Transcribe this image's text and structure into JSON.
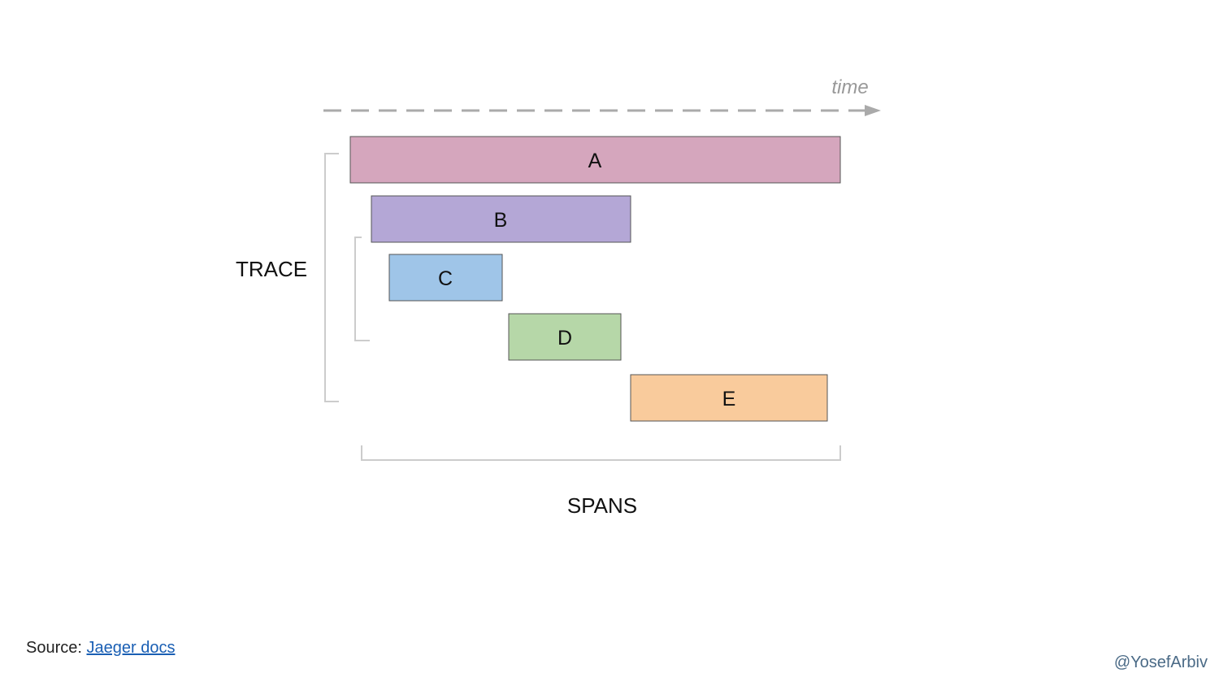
{
  "diagram": {
    "time_label": "time",
    "trace_label": "TRACE",
    "spans_label": "SPANS",
    "spans": [
      {
        "label": "A",
        "color": "#d5a6bd"
      },
      {
        "label": "B",
        "color": "#b4a7d6"
      },
      {
        "label": "C",
        "color": "#9fc5e8"
      },
      {
        "label": "D",
        "color": "#b6d7a8"
      },
      {
        "label": "E",
        "color": "#f9cb9c"
      }
    ]
  },
  "footer": {
    "source_prefix": "Source:",
    "source_link": "Jaeger docs",
    "handle": "@YosefArbiv"
  },
  "colors": {
    "link": "#1a5fb4",
    "axis": "#aaaaaa",
    "bracket": "#cccccc",
    "span_border": "#555555"
  }
}
